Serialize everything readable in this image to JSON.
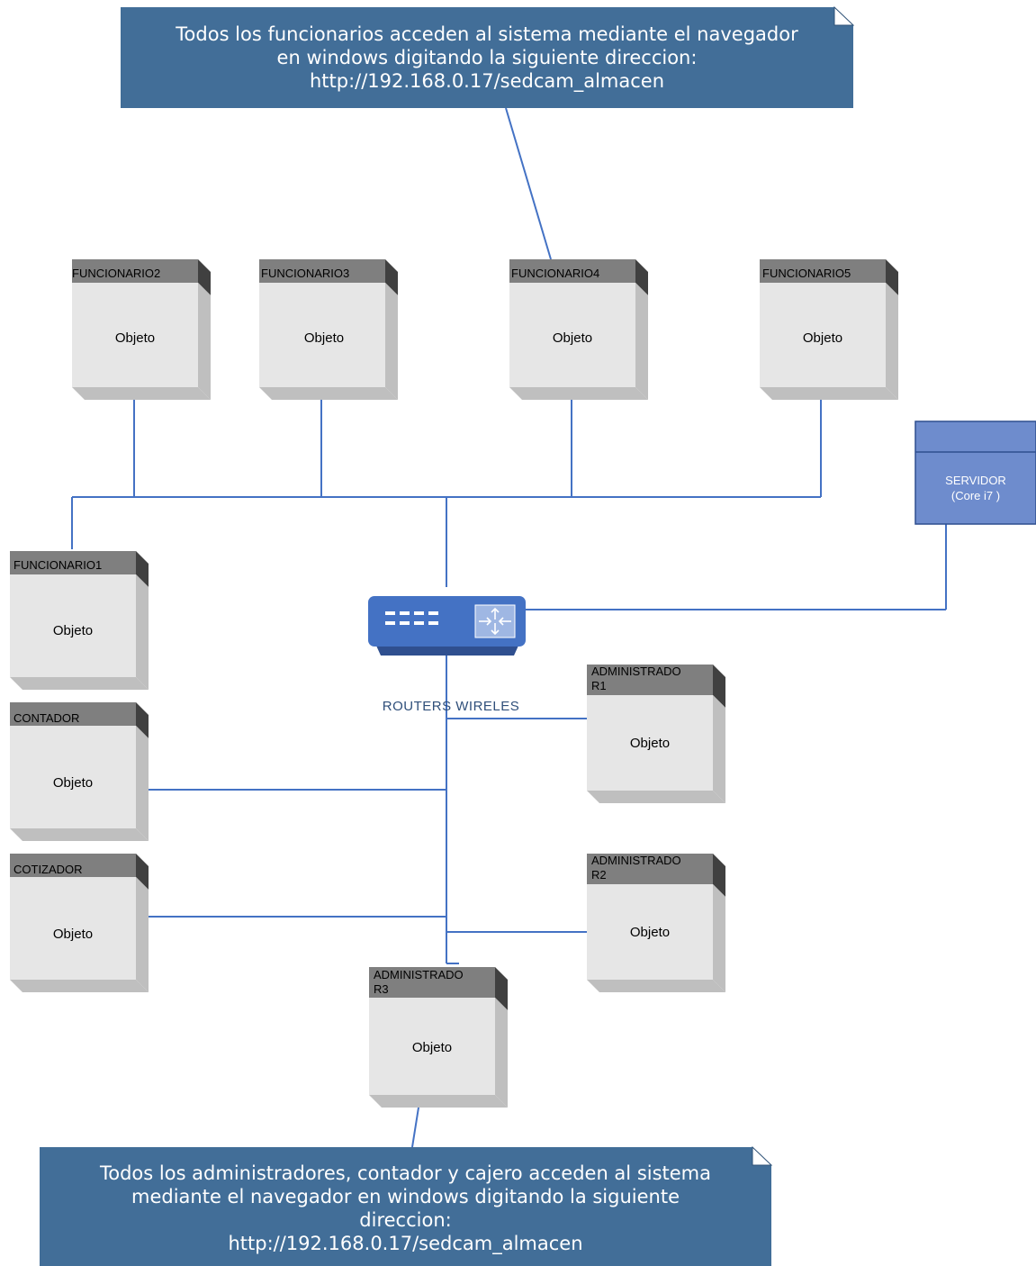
{
  "top_note": {
    "lines": "Todos los funcionarios acceden al sistema mediante el navegador\nen windows digitando la siguiente direccion:\nhttp://192.168.0.17/sedcam_almacen"
  },
  "bottom_note": {
    "lines": "Todos los administradores, contador y cajero acceden al sistema\nmediante el navegador en windows digitando la siguiente\ndireccion:\nhttp://192.168.0.17/sedcam_almacen"
  },
  "nodes": {
    "funcionario2": {
      "title": "FUNCIONARIO2",
      "body": "Objeto"
    },
    "funcionario3": {
      "title": "FUNCIONARIO3",
      "body": "Objeto"
    },
    "funcionario4": {
      "title": "FUNCIONARIO4",
      "body": "Objeto"
    },
    "funcionario5": {
      "title": "FUNCIONARIO5",
      "body": "Objeto"
    },
    "funcionario1": {
      "title": "FUNCIONARIO1",
      "body": "Objeto"
    },
    "contador": {
      "title": "CONTADOR",
      "body": "Objeto"
    },
    "cotizador": {
      "title": "COTIZADOR",
      "body": "Objeto"
    },
    "administrador1": {
      "title": "ADMINISTRADO\nR1",
      "body": "Objeto"
    },
    "administrador2": {
      "title": "ADMINISTRADO\nR2",
      "body": "Objeto"
    },
    "administrador3": {
      "title": "ADMINISTRADO\nR3",
      "body": "Objeto"
    }
  },
  "server": {
    "label": "SERVIDOR\n(Core i7 )"
  },
  "router": {
    "label": "ROUTERS WIRELES"
  },
  "colors": {
    "note_fill": "#426e98",
    "line": "#4472c4",
    "node_face": "#e6e6e6",
    "node_header": "#7f7f7f",
    "node_side": "#bfbfbf",
    "node_dark": "#404040",
    "server_fill": "#6e8ccd",
    "router_fill": "#4472c4"
  }
}
